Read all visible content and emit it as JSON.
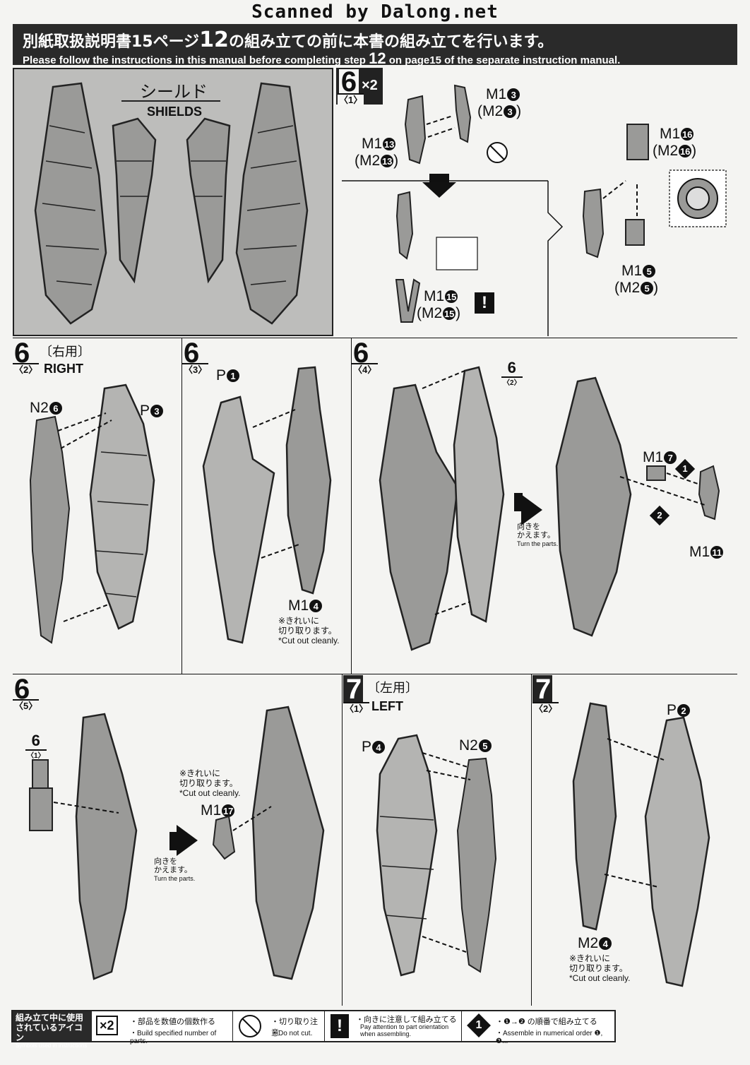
{
  "watermark": "Scanned by Dalong.net",
  "banner": {
    "jp_a": "別紙取扱説明書15ページ",
    "jp_step": "12",
    "jp_b": "の組み立ての前に本書の組み立てを行います。",
    "en_a": "Please follow the instructions in this manual before completing step",
    "en_step": "12",
    "en_b": "on page15 of the separate instruction manual."
  },
  "shields_box": {
    "jp": "シールド",
    "en": "SHIELDS"
  },
  "steps": {
    "s6_1": {
      "num": "6",
      "sub": "1",
      "qty": "×2",
      "labels": [
        "M1",
        "(M2",
        ")",
        "M1",
        "(M2",
        ")",
        "M1",
        "(M2",
        ")",
        "M1",
        "(M2",
        ")",
        "M1",
        "(M2",
        ")"
      ],
      "c3": "3",
      "c13": "13",
      "c15": "15",
      "c16": "16",
      "c5": "5"
    },
    "s6_2": {
      "num": "6",
      "sub": "2",
      "jp": "〔右用〕",
      "en": "RIGHT",
      "n2": "N2",
      "n2c": "6",
      "p": "P",
      "pc": "3"
    },
    "s6_3": {
      "num": "6",
      "sub": "3",
      "p": "P",
      "pc": "1",
      "m": "M1",
      "mc": "4",
      "note_jp1": "※きれいに",
      "note_jp2": "切り取ります。",
      "note_en": "*Cut out cleanly."
    },
    "s6_4": {
      "num": "6",
      "sub": "4",
      "ref_num": "6",
      "ref_sub": "2",
      "turn_jp1": "向きを",
      "turn_jp2": "かえます。",
      "turn_en": "Turn the parts.",
      "m7": "M1",
      "m7c": "7",
      "m11": "M1",
      "m11c": "11",
      "o1": "1",
      "o2": "2"
    },
    "s6_5": {
      "num": "6",
      "sub": "5",
      "ref_num": "6",
      "ref_sub": "1",
      "turn_jp1": "向きを",
      "turn_jp2": "かえます。",
      "turn_en": "Turn the parts.",
      "m": "M1",
      "mc": "17",
      "note_jp1": "※きれいに",
      "note_jp2": "切り取ります。",
      "note_en": "*Cut out cleanly."
    },
    "s7_1": {
      "num": "7",
      "sub": "1",
      "jp": "〔左用〕",
      "en": "LEFT",
      "p": "P",
      "pc": "4",
      "n2": "N2",
      "n2c": "5"
    },
    "s7_2": {
      "num": "7",
      "sub": "2",
      "p": "P",
      "pc": "2",
      "m": "M2",
      "mc": "4",
      "note_jp1": "※きれいに",
      "note_jp2": "切り取ります。",
      "note_en": "*Cut out cleanly."
    }
  },
  "legend": {
    "title_jp1": "組み立て中に使用",
    "title_jp2": "されているアイコン",
    "title_en": "Symbols used in instructions",
    "qty_icon": "×2",
    "qty_jp": "・部品を数値の個数作る",
    "qty_en": "・Build specified number of parts.",
    "cut_jp": "・切り取り注意",
    "cut_en": "・Do not cut.",
    "warn_icon": "!",
    "warn_jp": "・向きに注意して組み立てる",
    "warn_en1": "Pay attention to part orientation",
    "warn_en2": "when assembling.",
    "order_icon": "1",
    "order_jp": "・❶→❷ の順番で組み立てる",
    "order_en": "・Assemble in numerical order ❶, ❷..."
  },
  "colors": {
    "ink": "#111111",
    "panel_gray": "#bdbdbb",
    "part_fill": "#9a9a98",
    "part_dark": "#6d6d6b"
  }
}
